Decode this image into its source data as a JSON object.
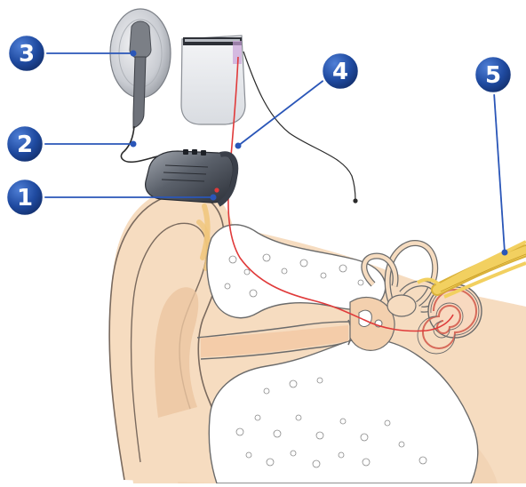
{
  "diagram": {
    "palette": {
      "skin": "#f6dcc0",
      "skin_shadow": "#e9c7a3",
      "bone": "#ffffff",
      "outline": "#6b6b6b",
      "marker_blue": "#1f4aa0",
      "marker_ring": "#ffffff",
      "leader_line": "#2a56b8",
      "electrode": "#e03a3a",
      "nerve": "#f2d060",
      "processor_dark": "#3a3f49",
      "processor_light": "#8a909a"
    },
    "callouts": [
      {
        "num": "1",
        "target": "speech-processor"
      },
      {
        "num": "2",
        "target": "cable"
      },
      {
        "num": "3",
        "target": "transmitter-coil"
      },
      {
        "num": "4",
        "target": "electrode-lead"
      },
      {
        "num": "5",
        "target": "auditory-nerve"
      }
    ]
  }
}
